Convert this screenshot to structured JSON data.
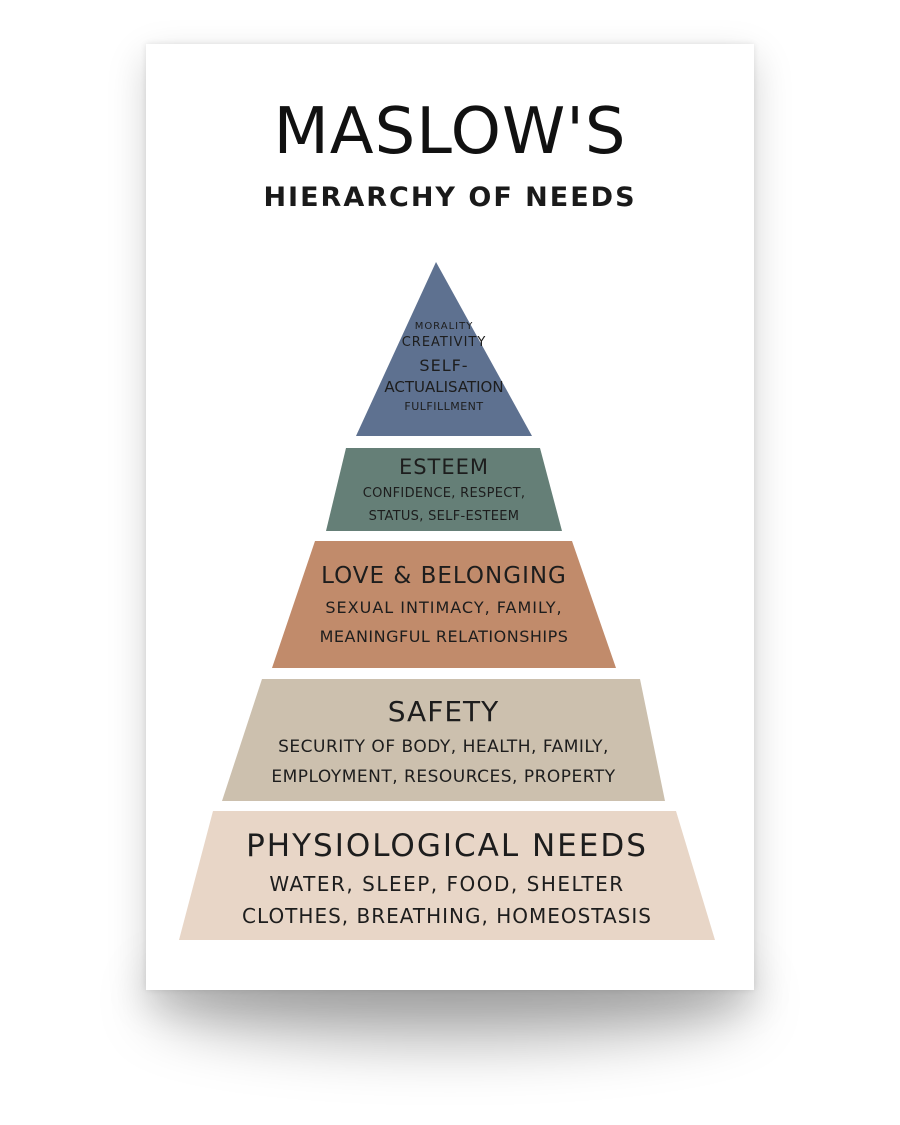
{
  "title": "MASLOW'S",
  "subtitle": "HIERARCHY OF NEEDS",
  "colors": {
    "self_actualisation": "#5e7190",
    "esteem": "#657f77",
    "love_belonging": "#c18b6b",
    "safety": "#ccc0ae",
    "physiological": "#e8d6c7",
    "text": "#1d1d1d",
    "background": "#ffffff"
  },
  "tiers": {
    "self_actualisation": {
      "top_line": "MORALITY",
      "second_line": "CREATIVITY",
      "name_line1": "SELF-",
      "name_line2": "ACTUALISATION",
      "bottom_line": "FULFILLMENT"
    },
    "esteem": {
      "name": "ESTEEM",
      "line1": "CONFIDENCE, RESPECT,",
      "line2": "STATUS, SELF-ESTEEM"
    },
    "love_belonging": {
      "name": "LOVE & BELONGING",
      "line1": "SEXUAL INTIMACY, FAMILY,",
      "line2": "MEANINGFUL RELATIONSHIPS"
    },
    "safety": {
      "name": "SAFETY",
      "line1": "SECURITY OF BODY, HEALTH, FAMILY,",
      "line2": "EMPLOYMENT, RESOURCES, PROPERTY"
    },
    "physiological": {
      "name": "PHYSIOLOGICAL NEEDS",
      "line1": "WATER, SLEEP, FOOD, SHELTER",
      "line2": "CLOTHES, BREATHING, HOMEOSTASIS"
    }
  }
}
